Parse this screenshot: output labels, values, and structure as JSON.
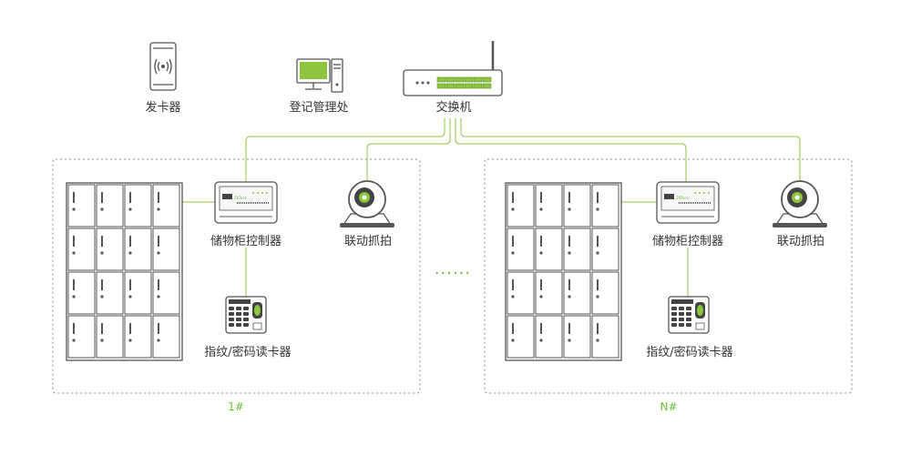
{
  "labels": {
    "card_issuer": "发卡器",
    "registration": "登记管理处",
    "switch": "交换机",
    "controller": "储物柜控制器",
    "camera": "联动抓拍",
    "reader": "指纹/密码读卡器"
  },
  "groups": [
    {
      "id": "group-1",
      "label": "1#"
    },
    {
      "id": "group-n",
      "label": "N#"
    }
  ],
  "ellipsis": "......",
  "brand_text": "ZKTeco",
  "colors": {
    "link": "#8cc63f",
    "accent": "#6cbf3f",
    "device": "#555555",
    "frame": "#8a8a8a"
  },
  "locker_grid": {
    "rows": 4,
    "cols": 4
  }
}
